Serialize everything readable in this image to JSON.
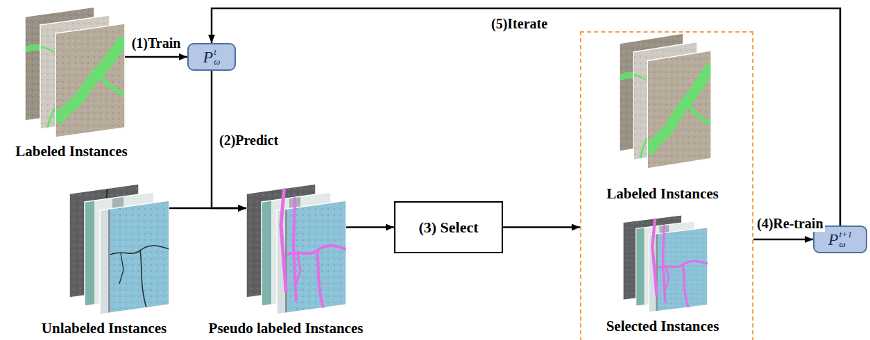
{
  "diagram": {
    "nodes": [
      {
        "text": [
          "Labeled Instances"
        ]
      },
      {
        "text": [
          "P",
          "ω",
          "t"
        ]
      },
      {
        "text": [
          "Unlabeled Instances"
        ]
      },
      {
        "text": [
          "Pseudo labeled Instances"
        ]
      },
      {
        "text": [
          "(3) Select"
        ]
      },
      {
        "text": []
      },
      {
        "text": [
          "Labeled Instances"
        ],
        "in": 5
      },
      {
        "text": [
          "Selected Instances"
        ],
        "in": 5
      },
      {
        "text": [
          "P",
          "ω",
          "t+1"
        ]
      }
    ],
    "edges": [
      {
        "from": 0,
        "to": 1,
        "label": "(1)Train",
        "arrow": "to"
      },
      {
        "from": 1,
        "to": 3,
        "label": "(2)Predict",
        "arrow": "to"
      },
      {
        "from": 2,
        "to": 3,
        "arrow": "to"
      },
      {
        "from": 3,
        "to": 4,
        "arrow": "to"
      },
      {
        "from": 4,
        "to": 5,
        "arrow": "to"
      },
      {
        "from": 5,
        "to": 8,
        "label": "(4)Re-train",
        "arrow": "to"
      },
      {
        "from": 8,
        "to": 1,
        "label": "(5)Iterate",
        "arrow": "to"
      }
    ]
  }
}
